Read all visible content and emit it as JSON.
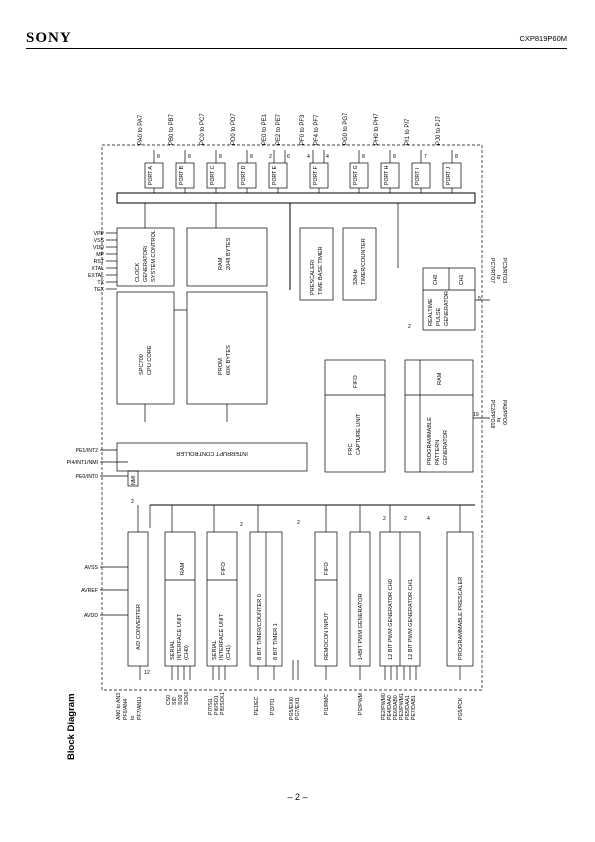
{
  "header": {
    "brand": "SONY",
    "part_number": "CXP819P60M"
  },
  "footer": {
    "page": "– 2 –"
  },
  "diagram": {
    "title": "Block Diagram",
    "ports_top": [
      {
        "label": "PA0 to PA7",
        "port": "PORT A",
        "bits": "8"
      },
      {
        "label": "PB0 to PB7",
        "port": "PORT B",
        "bits": "8"
      },
      {
        "label": "PC0 to PC7",
        "port": "PORT C",
        "bits": "8"
      },
      {
        "label": "PD0 to PD7",
        "port": "PORT D",
        "bits": "8"
      },
      {
        "label": "PE0 to PE1",
        "port": "PORT E",
        "bits": "2"
      },
      {
        "label": "PE2 to PE7",
        "port": "",
        "bits": "6"
      },
      {
        "label": "PF0 to PF3",
        "port": "PORT F",
        "bits": "4"
      },
      {
        "label": "PF4 to PF7",
        "port": "",
        "bits": "4"
      },
      {
        "label": "PG0 to PG7",
        "port": "PORT G",
        "bits": "8"
      },
      {
        "label": "PH0 to PH7",
        "port": "PORT H",
        "bits": "8"
      },
      {
        "label": "PI1 to PI7",
        "port": "PORT I",
        "bits": "7"
      },
      {
        "label": "PJ0 to PJ7",
        "port": "PORT J",
        "bits": "8"
      }
    ],
    "clock_pins": [
      "VPP",
      "VSS",
      "VDD",
      "MP",
      "RST",
      "XTAL",
      "EXTAL",
      "TX",
      "TEX"
    ],
    "blocks": {
      "clock": [
        "CLOCK",
        "GENERATOR/",
        "SYSTEM CONTROL"
      ],
      "ram": [
        "RAM",
        "2048 BYTES"
      ],
      "cpu": [
        "SPC700",
        "CPU CORE"
      ],
      "prom": [
        "PROM",
        "60K BYTES"
      ],
      "prescaler": [
        "PRESCALER/",
        "TIME BASE TIMER"
      ],
      "timer32": [
        "32kHz",
        "TIMER/COUNTER"
      ],
      "rtpg": [
        "REALTIME",
        "PULSE",
        "GENERATOR"
      ],
      "rtpg_ch0": "CH0",
      "rtpg_ch1": "CH1",
      "fifo": "FIFO",
      "frc": [
        "FRC",
        "CAPTURE UNIT"
      ],
      "ppg_ram": "RAM",
      "ppg": [
        "PROGRAMMABLE",
        "PATTERN",
        "GENERATOR"
      ],
      "intc": "INTERRUPT CONTROLLER",
      "nmi": "NMI",
      "adc": "A/D CONVERTER",
      "sio0": [
        "SERIAL",
        "INTERFACE UNIT",
        "(CH0)"
      ],
      "sio0_ram": "RAM",
      "sio1": [
        "SERIAL",
        "INTERFACE UNIT",
        "(CH1)"
      ],
      "sio1_fifo": "FIFO",
      "timer0": [
        "8 BIT TIMER/COUNTER 0",
        "8 BIT TIMER 1"
      ],
      "remocon": "REMOCON INPUT",
      "remocon_fifo": "FIFO",
      "pwm14": "14BIT PWM GENERATOR",
      "pwm12": [
        "12 BIT PWM GENERATOR CH0",
        "12 BIT PWM GENERATOR CH1"
      ],
      "presc": "PROGRAMMABLE PRESCALER"
    },
    "right_labels": {
      "rtpg_pins": [
        "PC3/RTO3",
        "to",
        "PC7/RTO7"
      ],
      "ppg_pins": [
        "PA0/PPO0",
        "to",
        "PC2/PPO18"
      ]
    },
    "int_pins": [
      "PE1/INT2",
      "PI4/INT1/NMI",
      "PE0/INT0"
    ],
    "analog_pins": [
      "AVSS",
      "AVREF",
      "AVDD"
    ],
    "bottom_pins": {
      "adc": [
        "AN0 to AN3",
        "PF0/AN4",
        "to",
        "PF7/AN11"
      ],
      "sio0": [
        "CS0",
        "SI0",
        "SO0",
        "SCK0"
      ],
      "sio1": [
        "PI7/SI1",
        "PI6/SO1",
        "PI5/SCK1"
      ],
      "timer": [
        "PE1/EC",
        "PI3/TO"
      ],
      "ext": [
        "PG5/EXI0",
        "PG7/EXI1"
      ],
      "remocon": [
        "PI1/RMC"
      ],
      "pwm14": [
        "PI2/PWM"
      ],
      "pwm12": [
        "PE2/PWM0",
        "PE4/DAA0",
        "PE6/DAB0",
        "PE3/PWM1",
        "PE5/DAA1",
        "PE7/DAB1"
      ],
      "presc": [
        "PG5/PCK"
      ]
    },
    "numbers": {
      "adc_bus": "12",
      "int_a": "2",
      "int_b": "2",
      "int_c": "2",
      "pwm_a": "2",
      "pwm_b": "2",
      "pwm_c": "4",
      "rt_a": "2",
      "rt_b": "5",
      "ppg_bits": "19"
    }
  }
}
